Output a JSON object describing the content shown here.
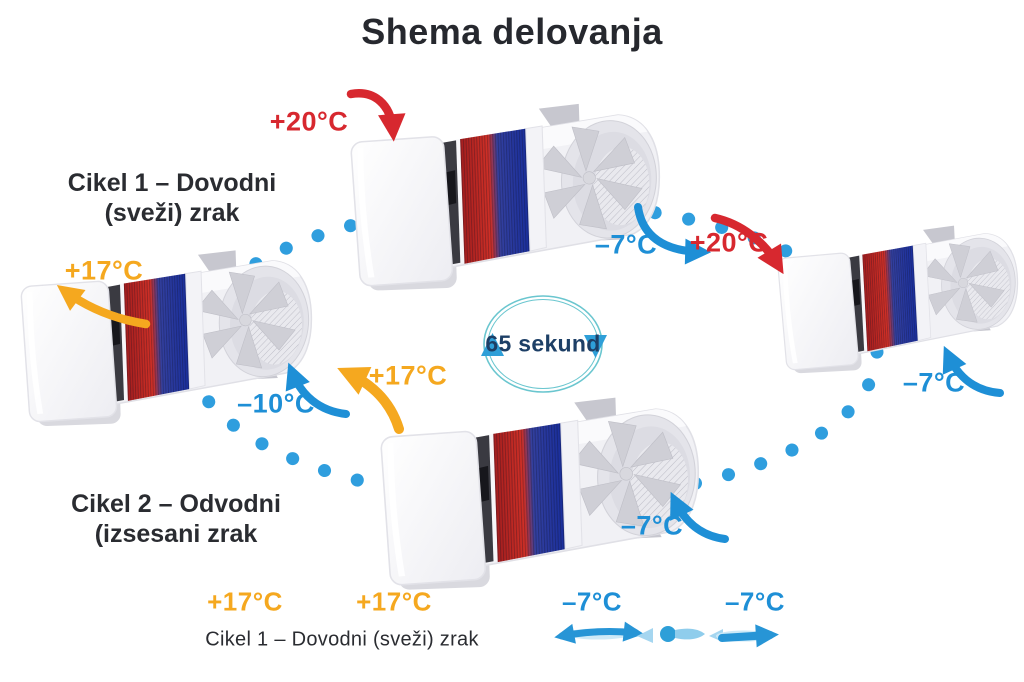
{
  "title": "Shema delovanja",
  "cycle1": {
    "line1": "Cikel 1 – Dovodni",
    "line2": "(sveži) zrak"
  },
  "cycle2": {
    "line1": "Cikel 2 – Odvodni",
    "line2": "(izsesani zrak"
  },
  "center": {
    "label": "65 sekund"
  },
  "temps": {
    "top_supply": "+20°C",
    "top_right_exhaust": "–7°C",
    "right_supply": "+20°C",
    "left_supply_out": "+17°C",
    "left_exhaust": "–10°C",
    "mid_supply_out": "+17°C",
    "bottom_exhaust": "–7°C",
    "right_exhaust": "–7°C"
  },
  "legend": {
    "temp1": "+17°C",
    "temp2": "+17°C",
    "temp3": "–7°C",
    "temp4": "–7°C",
    "caption": "Cikel 1 – Dovodni (sveži) zrak"
  },
  "colors": {
    "warm_in_red": "#d7282f",
    "warm_out_orange": "#f5a81f",
    "cold_blue": "#1e8fd6",
    "dots_blue": "#2f9ede",
    "ring_teal": "#6ac6cf",
    "center_text_navy": "#1d3f66",
    "text_dark": "#2a2c31"
  }
}
